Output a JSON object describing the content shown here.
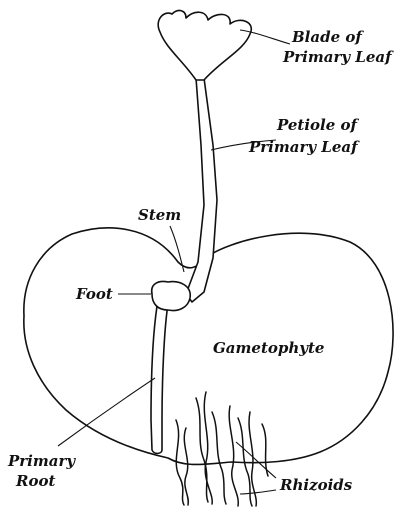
{
  "labels": {
    "blade_line1": "Blade of",
    "blade_line2": "Primary Leaf",
    "petiole_line1": "Petiole of",
    "petiole_line2": "Primary Leaf",
    "stem": "Stem",
    "foot": "Foot",
    "gametophyte": "Gametophyte",
    "root_line1": "Primary",
    "root_line2": "Root",
    "rhizoids": "Rhizoids"
  }
}
